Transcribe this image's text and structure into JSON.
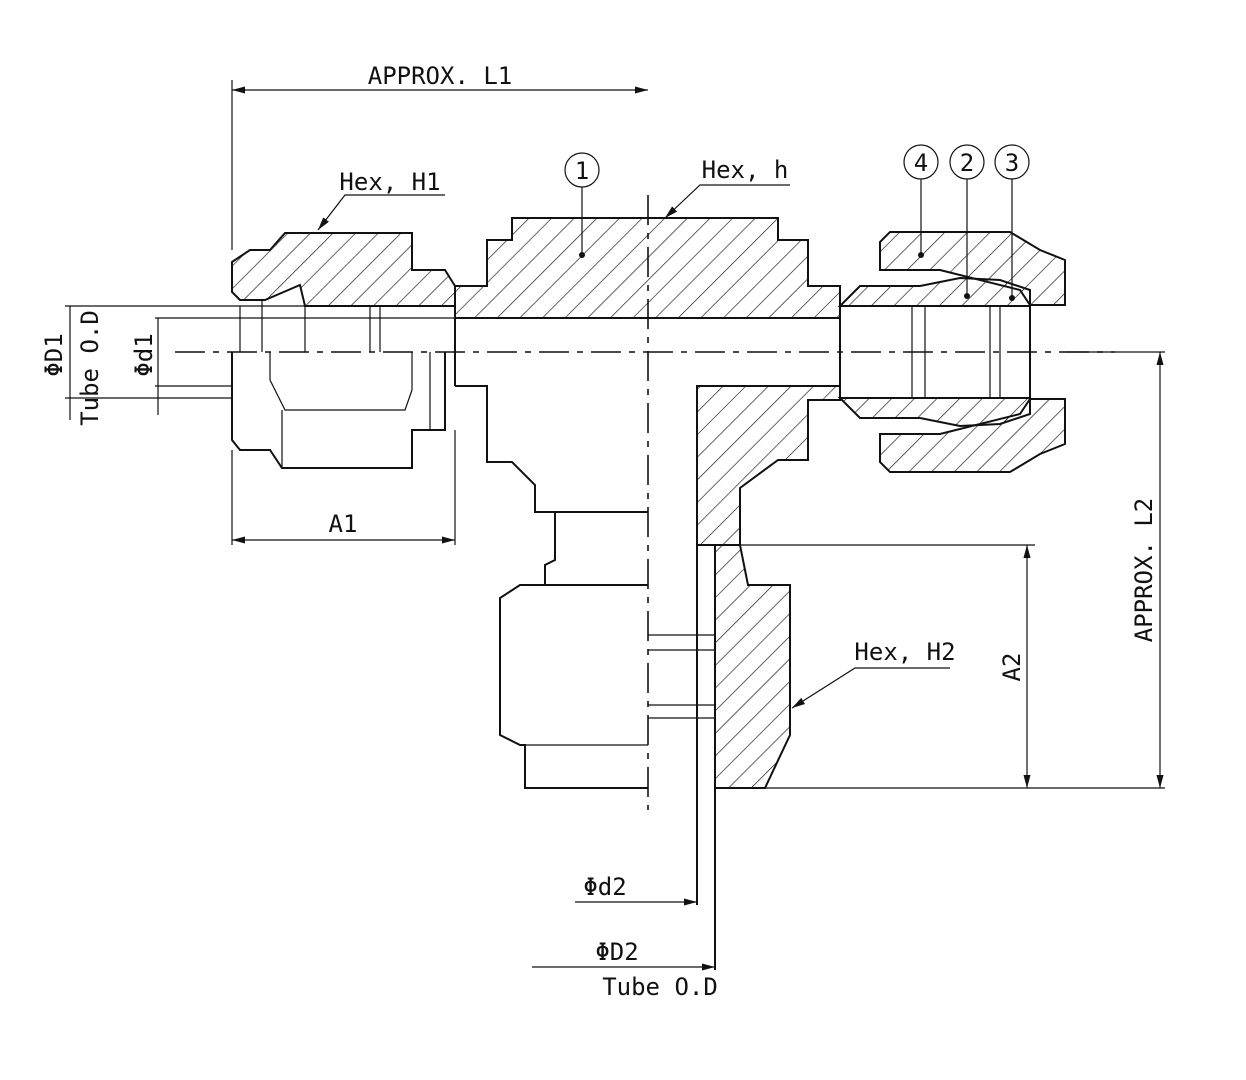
{
  "drawing": {
    "dim_l1": "APPROX. L1",
    "dim_l2": "APPROX. L2",
    "hex_h1": "Hex, H1",
    "hex_h": "Hex, h",
    "hex_h2": "Hex, H2",
    "dim_a1": "A1",
    "dim_a2": "A2",
    "dia_D1": "ΦD1",
    "tube_od_1": "Tube O.D",
    "dia_d1": "Φd1",
    "dia_d2": "Φd2",
    "dia_D2": "ΦD2",
    "tube_od_2": "Tube O.D",
    "balloons": [
      "1",
      "4",
      "2",
      "3"
    ]
  }
}
